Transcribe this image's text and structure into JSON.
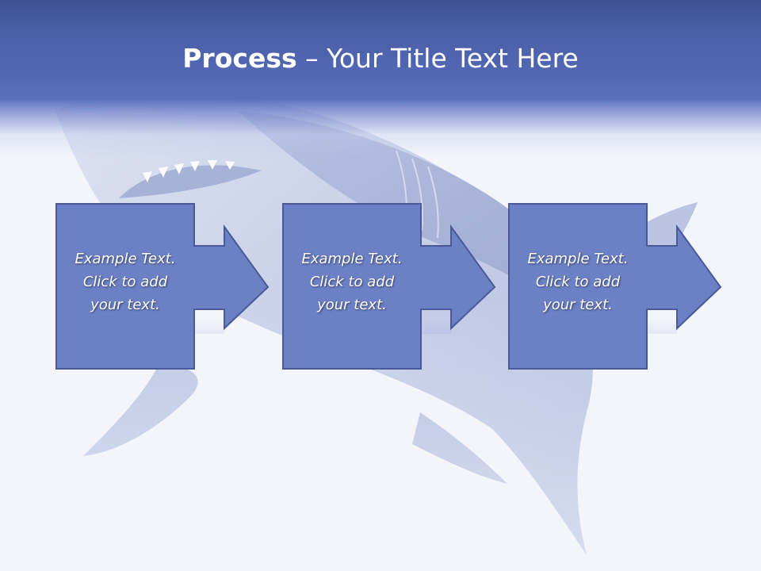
{
  "slide": {
    "title_bold": "Process",
    "title_rest": " – Your Title Text Here",
    "steps": [
      {
        "lines": [
          "Example Text.",
          "Click  to add",
          "your text."
        ]
      },
      {
        "lines": [
          "Example Text.",
          "Click  to add",
          "your text."
        ]
      },
      {
        "lines": [
          "Example Text.",
          "Click  to add",
          "your text."
        ]
      }
    ]
  },
  "colors": {
    "header": "#5369b6",
    "box_fill": "#6c80c6",
    "box_border": "#4a5a96",
    "title_text": "#ffffff"
  },
  "background_image": "shark-illustration"
}
